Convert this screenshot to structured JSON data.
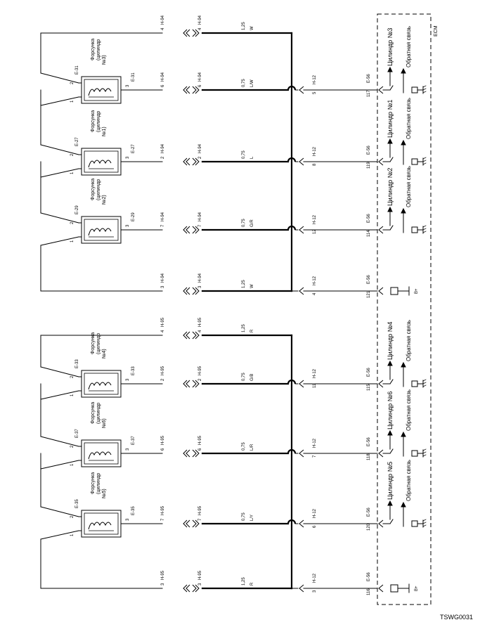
{
  "ecm_label": "ECM",
  "figure_id": "TSWG0031",
  "colors": {
    "line": "#000000",
    "background": "#ffffff"
  },
  "injector_title": "Форсунка",
  "groups": [
    {
      "ret_left": "3",
      "ret_mid": "3",
      "sup_left": "4",
      "sup_mid": "4",
      "ret_conn": "H-94",
      "ret_mid_conn": "H-94",
      "sup_conn": "H-94",
      "sup_mid_conn": "H-94",
      "sup_gauge": "1,25",
      "sup_color": "W",
      "ret_gauge": "1,25",
      "ret_color": "W",
      "ret_h12": "H-12",
      "ret_h12_pin": "4",
      "ret_e56": "E-56",
      "ret_ecm_pin": "121",
      "bplus": "B+",
      "injectors": [
        {
          "conn": "E-31",
          "pin_top": "2",
          "pin_bot": "1",
          "pin_ret": "3",
          "cyl_line": "(цилиндр",
          "cyl_no": "№3)",
          "left_conn": "H-94",
          "left_pin": "6",
          "mid_conn": "H-94",
          "mid_pin": "6",
          "gauge": "0,75",
          "color": "L/W",
          "h12": "H-12",
          "h12_pin": "5",
          "ecm_conn": "E-56",
          "ecm_pin": "117",
          "label": "Цилиндр №3",
          "fb": "Обратная связь"
        },
        {
          "conn": "E-27",
          "pin_top": "2",
          "pin_bot": "1",
          "pin_ret": "3",
          "cyl_line": "(цилиндр",
          "cyl_no": "№1)",
          "left_conn": "H-94",
          "left_pin": "2",
          "mid_conn": "H-94",
          "mid_pin": "2",
          "gauge": "0,75",
          "color": "L",
          "h12": "H-12",
          "h12_pin": "8",
          "ecm_conn": "E-56",
          "ecm_pin": "119",
          "label": "Цилиндр №1",
          "fb": "Обратная связь"
        },
        {
          "conn": "E-29",
          "pin_top": "2",
          "pin_bot": "1",
          "pin_ret": "3",
          "cyl_line": "(цилиндр",
          "cyl_no": "№2)",
          "left_conn": "H-94",
          "left_pin": "7",
          "mid_conn": "H-94",
          "mid_pin": "7",
          "gauge": "0,75",
          "color": "G/R",
          "h12": "H-12",
          "h12_pin": "12",
          "ecm_conn": "E-56",
          "ecm_pin": "114",
          "label": "Цилиндр №2",
          "fb": "Обратная связь"
        }
      ]
    },
    {
      "ret_left": "3",
      "ret_mid": "3",
      "sup_left": "4",
      "sup_mid": "4",
      "ret_conn": "H-95",
      "ret_mid_conn": "H-95",
      "sup_conn": "H-95",
      "sup_mid_conn": "H-95",
      "sup_gauge": "1,25",
      "sup_color": "R",
      "ret_gauge": "1,25",
      "ret_color": "R",
      "ret_h12": "H-12",
      "ret_h12_pin": "3",
      "ret_e56": "E-56",
      "ret_ecm_pin": "116",
      "bplus": "B+",
      "injectors": [
        {
          "conn": "E-33",
          "pin_top": "2",
          "pin_bot": "1",
          "pin_ret": "3",
          "cyl_line": "(цилиндр",
          "cyl_no": "№4)",
          "left_conn": "H-95",
          "left_pin": "2",
          "mid_conn": "H-95",
          "mid_pin": "2",
          "gauge": "0,75",
          "color": "G/B",
          "h12": "H-12",
          "h12_pin": "11",
          "ecm_conn": "E-56",
          "ecm_pin": "115",
          "label": "Цилиндр №4",
          "fb": "Обратная связь"
        },
        {
          "conn": "E-37",
          "pin_top": "2",
          "pin_bot": "1",
          "pin_ret": "3",
          "cyl_line": "(цилиндр",
          "cyl_no": "№6)",
          "left_conn": "H-95",
          "left_pin": "6",
          "mid_conn": "H-95",
          "mid_pin": "6",
          "gauge": "0,75",
          "color": "L/R",
          "h12": "H-12",
          "h12_pin": "7",
          "ecm_conn": "E-56",
          "ecm_pin": "118",
          "label": "Цилиндр №6",
          "fb": "Обратная связь"
        },
        {
          "conn": "E-35",
          "pin_top": "2",
          "pin_bot": "1",
          "pin_ret": "3",
          "cyl_line": "(цилиндр",
          "cyl_no": "№5)",
          "left_conn": "H-95",
          "left_pin": "7",
          "mid_conn": "H-95",
          "mid_pin": "7",
          "gauge": "0,75",
          "color": "L/Y",
          "h12": "H-12",
          "h12_pin": "6",
          "ecm_conn": "E-56",
          "ecm_pin": "120",
          "label": "Цилиндр №5",
          "fb": "Обратная связь"
        }
      ]
    }
  ]
}
